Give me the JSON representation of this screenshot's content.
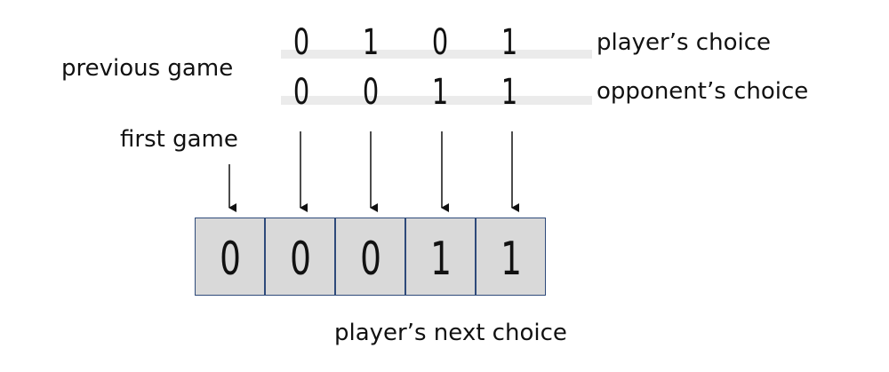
{
  "labels": {
    "previous_game": "previous game",
    "first_game": "first game",
    "players_choice": "player’s choice",
    "opponents_choice": "opponent’s choice",
    "players_next_choice": "player’s next choice"
  },
  "player_row": [
    "0",
    "1",
    "0",
    "1"
  ],
  "opponent_row": [
    "0",
    "0",
    "1",
    "1"
  ],
  "strategy_cells": [
    "0",
    "0",
    "0",
    "1",
    "1"
  ]
}
